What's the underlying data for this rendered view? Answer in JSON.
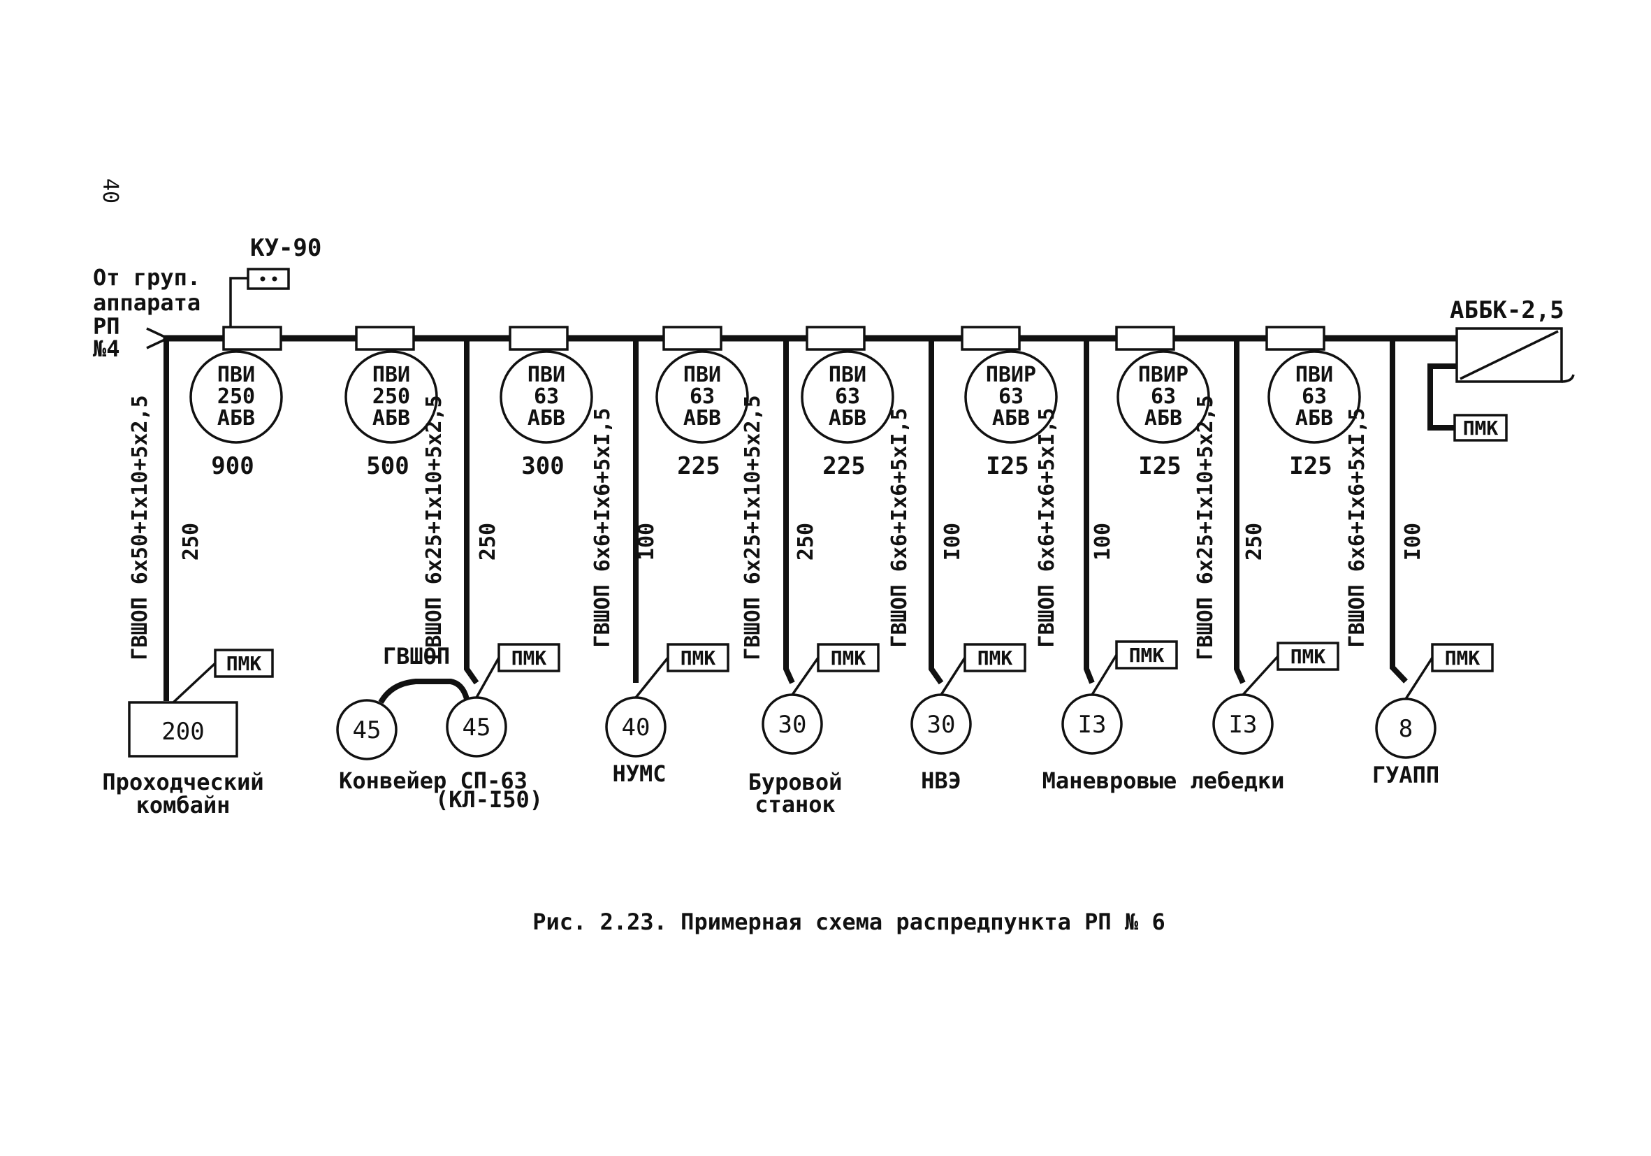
{
  "page_number": "40",
  "source": {
    "line1": "От груп.",
    "line2": "аппарата",
    "line3": "РП",
    "line4": "№4"
  },
  "ku": {
    "label": "КУ-90"
  },
  "abbk": {
    "label": "АББК-2,5",
    "pmk": "ПМК"
  },
  "group_cable": "ГВШОП",
  "caption": "Рис. 2.23. Примерная схема распредпункта РП № 6",
  "feeders": [
    {
      "switch": [
        "ПВИ",
        "250",
        "АБВ"
      ],
      "current": "900",
      "cable": "ГВШОП 6x50+Ix10+5x2,5",
      "length": "250",
      "pmk": "ПМК",
      "motor": "200",
      "consumer": [
        "Проходческий",
        "комбайн"
      ]
    },
    {
      "switch": [
        "ПВИ",
        "250",
        "АБВ"
      ],
      "current": "500",
      "cable": "ГВШОП 6x25+Ix10+5x2,5",
      "length": "250",
      "pmk": "ПМК",
      "motor": "45",
      "motor2": "45",
      "consumer": [
        "Конвейер СП-63",
        "(КЛ-I50)"
      ]
    },
    {
      "switch": [
        "ПВИ",
        "63",
        "АБВ"
      ],
      "current": "300",
      "cable": "ГВШОП 6x6+Ix6+5xI,5",
      "length": "100",
      "pmk": "ПМК",
      "motor": "40",
      "consumer": [
        "НУМС"
      ]
    },
    {
      "switch": [
        "ПВИ",
        "63",
        "АБВ"
      ],
      "current": "225",
      "cable": "ГВШОП 6x25+Ix10+5x2,5",
      "length": "250",
      "pmk": "ПМК",
      "motor": "30",
      "consumer": [
        "Буровой",
        "станок"
      ]
    },
    {
      "switch": [
        "ПВИ",
        "63",
        "АБВ"
      ],
      "current": "225",
      "cable": "ГВШОП 6x6+Ix6+5xI,5",
      "length": "I00",
      "pmk": "ПМК",
      "motor": "30",
      "consumer": [
        "НВЭ"
      ]
    },
    {
      "switch": [
        "ПВИР",
        "63",
        "АБВ"
      ],
      "current": "I25",
      "cable": "ГВШОП 6x6+Ix6+5xI,5",
      "length": "100",
      "pmk": "ПМК",
      "motor": "I3",
      "consumer": [
        "Маневровые лебедки"
      ]
    },
    {
      "switch": [
        "ПВИР",
        "63",
        "АБВ"
      ],
      "current": "I25",
      "cable": "ГВШОП 6x25+Ix10+5x2,5",
      "length": "250",
      "pmk": "ПМК",
      "motor": "I3",
      "consumer": []
    },
    {
      "switch": [
        "ПВИ",
        "63",
        "АБВ"
      ],
      "current": "I25",
      "cable": "ГВШОП 6x6+Ix6+5xI,5",
      "length": "I00",
      "pmk": "ПМК",
      "motor": "8",
      "consumer": [
        "ГУАПП"
      ]
    }
  ]
}
